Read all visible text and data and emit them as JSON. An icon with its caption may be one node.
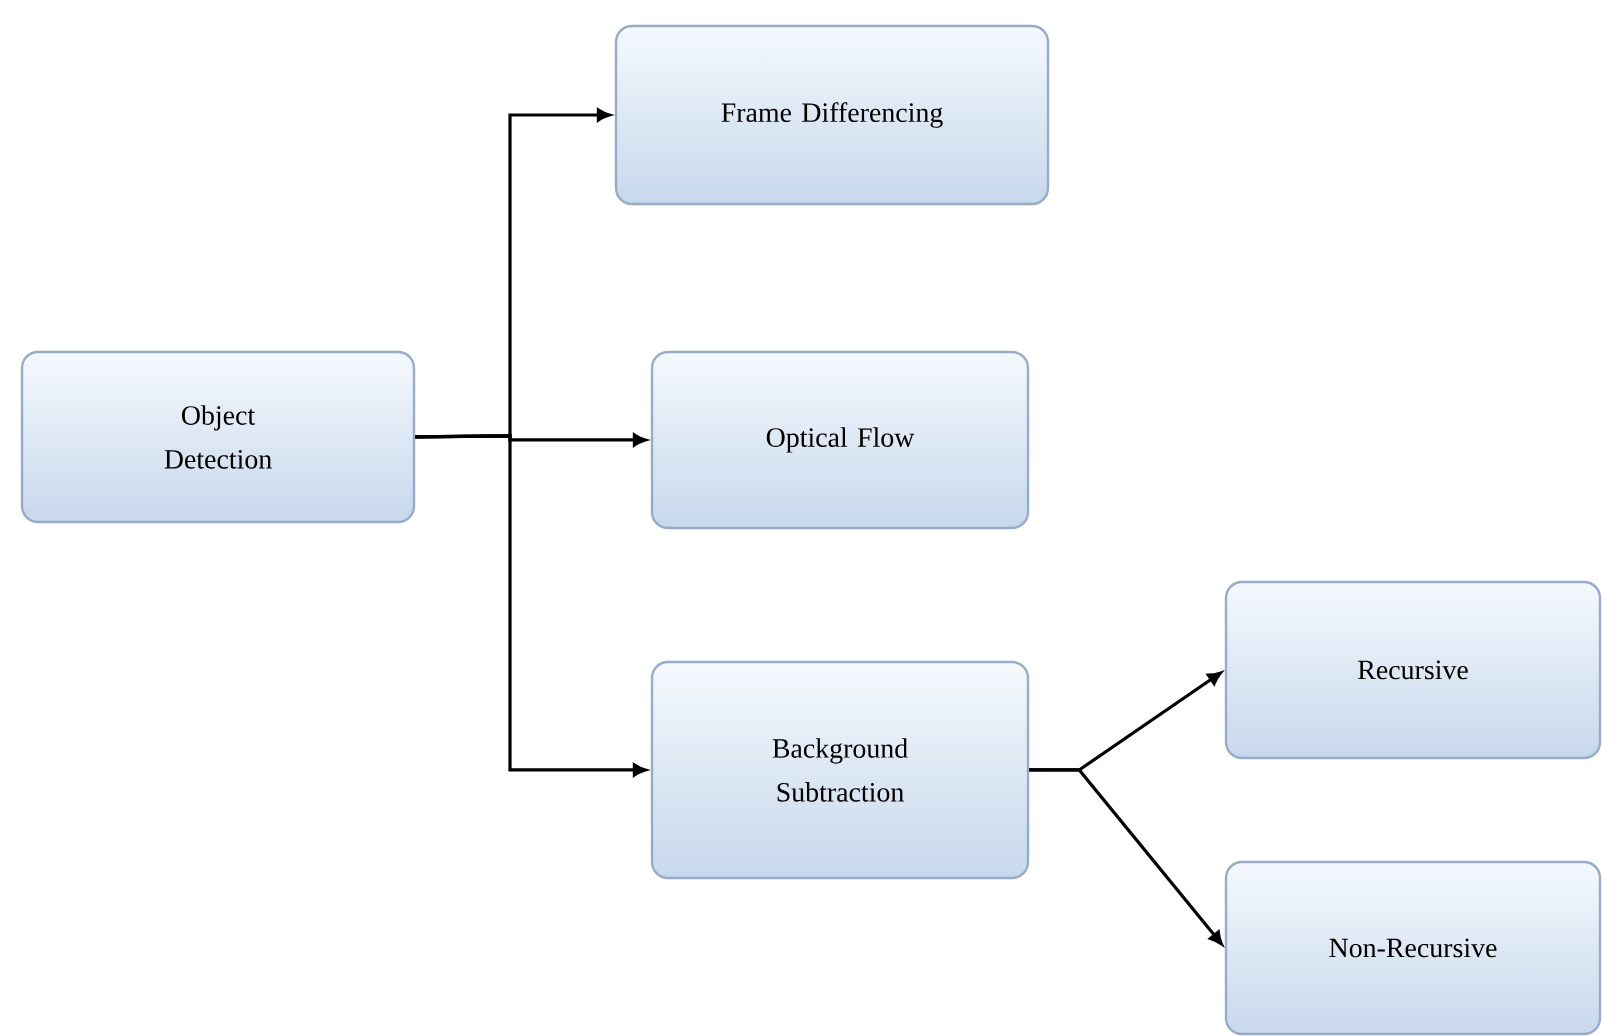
{
  "diagram": {
    "nodes": [
      {
        "text": [
          "Object Detection"
        ]
      },
      {
        "text": [
          "Frame Differencing"
        ]
      },
      {
        "text": [
          "Optical Flow"
        ]
      },
      {
        "text": [
          "Background Subtraction"
        ]
      },
      {
        "text": [
          "Recursive"
        ]
      },
      {
        "text": [
          "Non-Recursive"
        ]
      }
    ],
    "edges": [
      {
        "from": 0,
        "to": 1,
        "arrow": "to"
      },
      {
        "from": 0,
        "to": 2,
        "arrow": "to"
      },
      {
        "from": 0,
        "to": 3,
        "arrow": "to"
      },
      {
        "from": 3,
        "to": 4,
        "arrow": "to"
      },
      {
        "from": 3,
        "to": 5,
        "arrow": "to"
      }
    ]
  }
}
